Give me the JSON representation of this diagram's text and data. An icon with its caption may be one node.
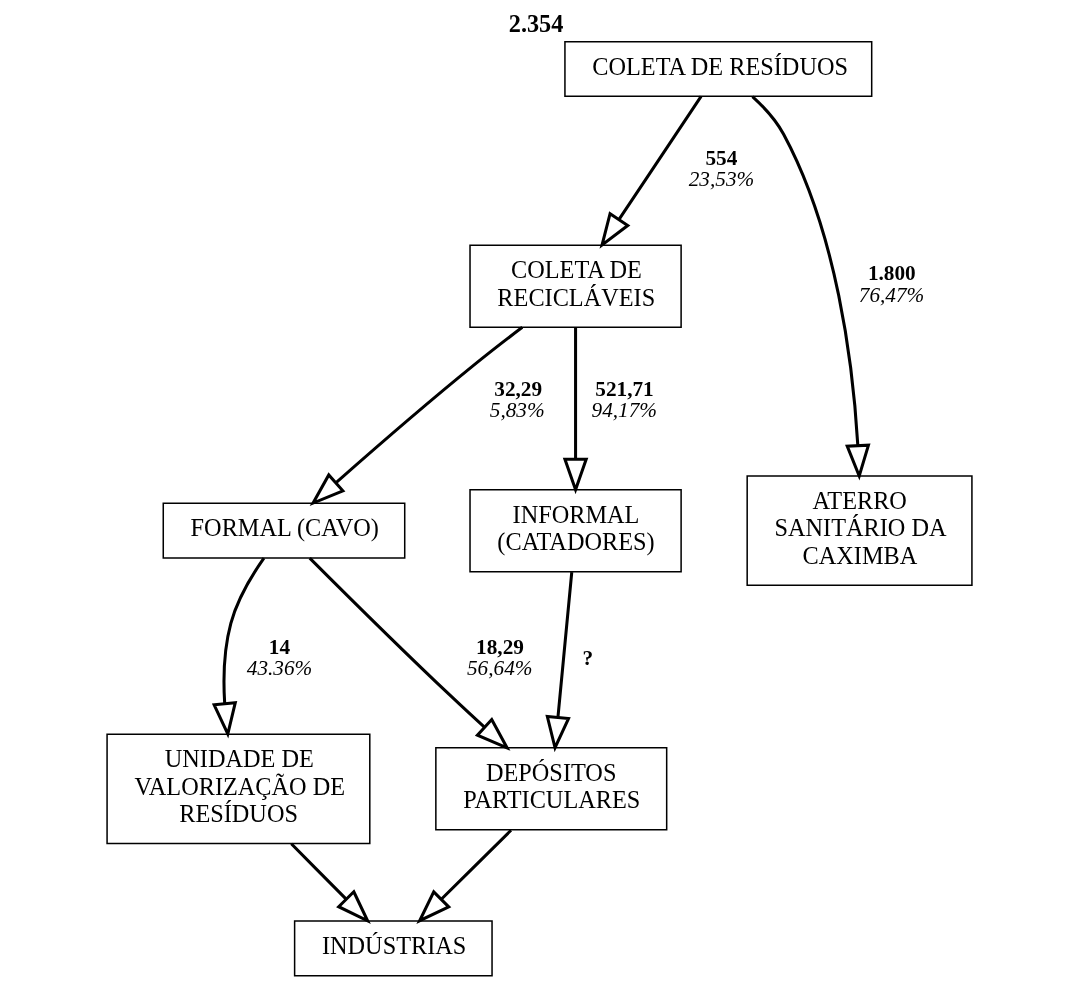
{
  "diagram": {
    "nodes": [
      {
        "text": [
          "COLETA DE RESÍDUOS"
        ],
        "beside": [
          "2.354"
        ]
      },
      {
        "text": [
          "COLETA DE RECICLÁVEIS"
        ]
      },
      {
        "text": [
          "FORMAL (CAVO)"
        ]
      },
      {
        "text": [
          "INFORMAL (CATADORES)"
        ]
      },
      {
        "text": [
          "UNIDADE DE VALORIZAÇÃO DE RESÍDUOS"
        ]
      },
      {
        "text": [
          "DEPÓSITOS PARTICULARES"
        ]
      },
      {
        "text": [
          "INDÚSTRIAS"
        ]
      },
      {
        "text": [
          "ATERRO SANITÁRIO DA CAXIMBA"
        ]
      }
    ],
    "edges": [
      {
        "from": 0,
        "to": 1,
        "arrow": "to",
        "label": "554 23,53%"
      },
      {
        "from": 0,
        "to": 7,
        "arrow": "to",
        "label": "1.800 76,47%"
      },
      {
        "from": 1,
        "to": 2,
        "arrow": "to",
        "label": "32,29 5,83%"
      },
      {
        "from": 1,
        "to": 3,
        "arrow": "to",
        "label": "521,71 94,17%"
      },
      {
        "from": 2,
        "to": 4,
        "arrow": "to",
        "label": "14 43.36%"
      },
      {
        "from": 2,
        "to": 5,
        "arrow": "to",
        "label": "18,29 56,64%"
      },
      {
        "from": 3,
        "to": 5,
        "arrow": "to",
        "label": "?"
      },
      {
        "from": 4,
        "to": 6,
        "arrow": "to"
      },
      {
        "from": 5,
        "to": 6,
        "arrow": "to"
      }
    ]
  }
}
